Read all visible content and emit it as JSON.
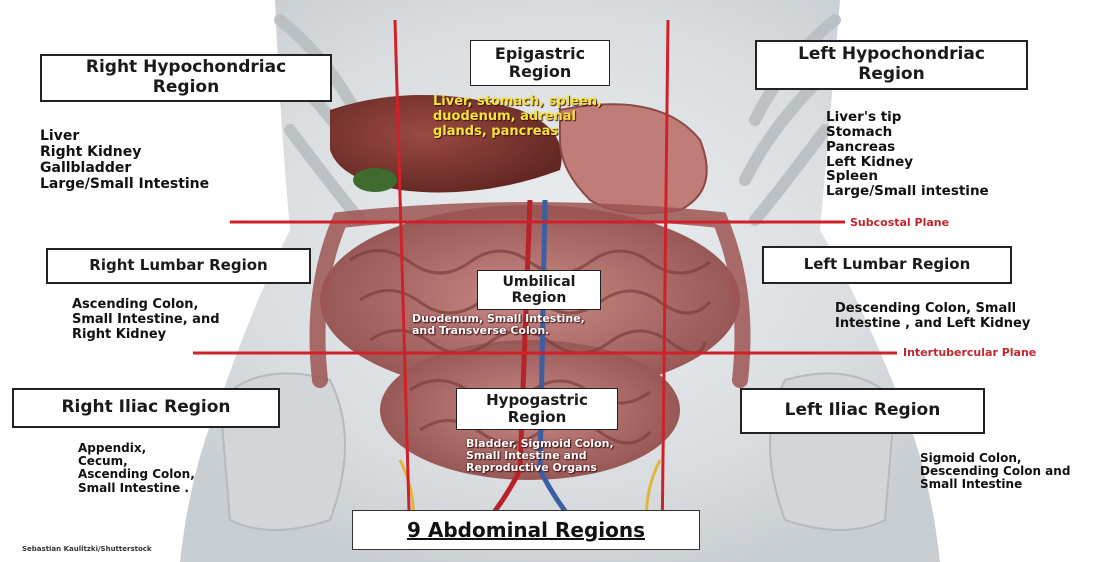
{
  "regions": {
    "right_hypochondriac": {
      "title_line1": "Right Hypochondriac",
      "title_line2": "Region",
      "organs": [
        "Liver",
        "Right Kidney",
        "Gallbladder",
        "Large/Small Intestine"
      ]
    },
    "epigastric": {
      "title_line1": "Epigastric",
      "title_line2": "Region",
      "organs": [
        "Liver, stomach, spleen,",
        "duodenum, adrenal",
        "glands, pancreas"
      ]
    },
    "left_hypochondriac": {
      "title_line1": "Left Hypochondriac",
      "title_line2": "Region",
      "organs": [
        "Liver's tip",
        "Stomach",
        "Pancreas",
        "Left Kidney",
        "Spleen",
        "Large/Small intestine"
      ]
    },
    "right_lumbar": {
      "title": "Right Lumbar Region",
      "organs": [
        "Ascending Colon,",
        "Small Intestine, and",
        "Right Kidney"
      ]
    },
    "umbilical": {
      "title_line1": "Umbilical",
      "title_line2": "Region",
      "organs": [
        "Duodenum, Small Intestine,",
        "and Transverse Colon."
      ]
    },
    "left_lumbar": {
      "title": "Left Lumbar Region",
      "organs": [
        "Descending Colon, Small",
        "Intestine ,  and Left Kidney"
      ]
    },
    "right_iliac": {
      "title": "Right Iliac Region",
      "organs": [
        "Appendix,",
        "Cecum,",
        "Ascending Colon,",
        "Small Intestine ."
      ]
    },
    "hypogastric": {
      "title_line1": "Hypogastric",
      "title_line2": "Region",
      "organs": [
        "Bladder, Sigmoid Colon,",
        "Small Intestine    and",
        "Reproductive Organs"
      ]
    },
    "left_iliac": {
      "title": "Left Iliac Region",
      "organs": [
        "Sigmoid Colon,",
        "Descending Colon and",
        "Small Intestine"
      ]
    }
  },
  "planes": {
    "subcostal": "Subcostal Plane",
    "intertubercular": "Intertubercular Plane"
  },
  "caption": "9 Abdominal Regions",
  "credit": "Sebastian Kaulitzki/Shutterstock",
  "colors": {
    "divider_lines": "#d0202a",
    "plane_label": "#c0262b",
    "epigastric_text": "#f5e23a"
  }
}
